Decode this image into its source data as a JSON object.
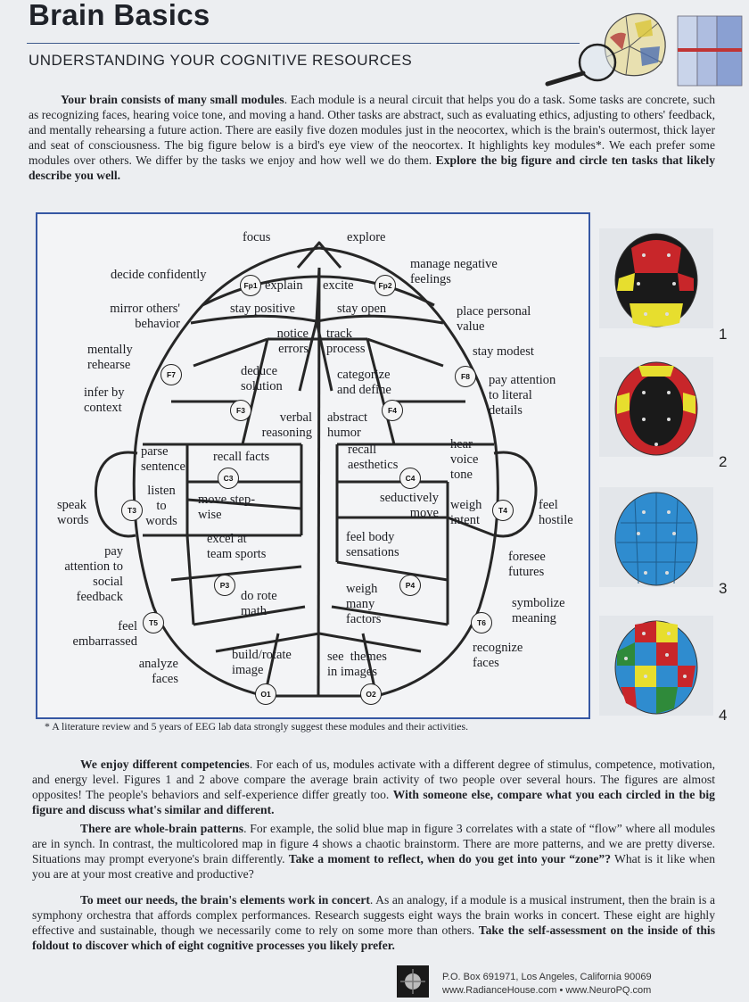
{
  "header": {
    "title": "Brain Basics",
    "subtitle": "UNDERSTANDING YOUR COGNITIVE RESOURCES",
    "icon": "magnifier-over-brain-icon"
  },
  "intro": {
    "lead": "Your brain consists of many small modules",
    "text": ". Each module is a neural circuit that helps you do a task. Some tasks are concrete, such as recognizing faces, hearing voice tone, and moving a hand. Other tasks are abstract, such as evaluating ethics, adjusting to others' feedback, and mentally rehearsing a future action. There are easily five dozen modules just in the neocortex, which is the brain's outermost, thick layer and seat of consciousness. The big figure below is a bird's eye view of the neocortex. It highlights key modules*. We each prefer some modules over others. We differ by the tasks we enjoy and how well we do them. ",
    "instruction": "Explore the big figure and circle ten tasks that likely describe you well."
  },
  "brain_map": {
    "labels": {
      "focus": "focus",
      "explore": "explore",
      "decide": "decide confidently",
      "manage": "manage negative\nfeelings",
      "explain": "explain",
      "excite": "excite",
      "mirror": "mirror others'\nbehavior",
      "stay_positive": "stay positive",
      "stay_open": "stay open",
      "place_value": "place personal\nvalue",
      "mentally": "mentally\nrehearse",
      "notice": "notice\nerrors",
      "track": "track\nprocess",
      "stay_modest": "stay modest",
      "infer": "infer by\ncontext",
      "deduce": "deduce\nsolution",
      "categorize": "categorize\nand define",
      "pay_literal": "pay attention\nto literal\ndetails",
      "verbal": "verbal\nreasoning",
      "abstract": "abstract\nhumor",
      "parse": "parse\nsentence",
      "recall_facts": "recall facts",
      "recall_aesthetics": "recall\naesthetics",
      "hear_voice": "hear\nvoice\ntone",
      "speak": "speak\nwords",
      "listen": "listen\nto\nwords",
      "move_step": "move step-\nwise",
      "seductively": "seductively\nmove",
      "weigh_intent": "weigh\nintent",
      "feel_hostile": "feel\nhostile",
      "pay_social": "pay\nattention to\nsocial\nfeedback",
      "excel": "excel at\nteam sports",
      "feel_body": "feel body\nsensations",
      "foresee": "foresee\nfutures",
      "do_rote": "do rote\nmath",
      "weigh_many": "weigh\nmany\nfactors",
      "symbolize": "symbolize\nmeaning",
      "feel_embarrassed": "feel\nembarrassed",
      "analyze_faces": "analyze\nfaces",
      "build_rotate": "build/rotate\nimage",
      "see_themes": "see  themes\nin images",
      "recognize_faces": "recognize\nfaces"
    },
    "electrodes": {
      "Fp1": "Fp1",
      "Fp2": "Fp2",
      "F7": "F7",
      "F8": "F8",
      "F3": "F3",
      "F4": "F4",
      "C3": "C3",
      "C4": "C4",
      "T3": "T3",
      "T4": "T4",
      "P3": "P3",
      "P4": "P4",
      "T5": "T5",
      "T6": "T6",
      "O1": "O1",
      "O2": "O2"
    },
    "footnote": "* A literature review and 5 years of EEG lab data strongly suggest these modules and their activities."
  },
  "figures": [
    {
      "number": "1",
      "colors": [
        "#c8262a",
        "#e7de2e",
        "#1a1a1a"
      ]
    },
    {
      "number": "2",
      "colors": [
        "#c8262a",
        "#e7de2e",
        "#1a1a1a"
      ]
    },
    {
      "number": "3",
      "colors": [
        "#2f8ccf"
      ]
    },
    {
      "number": "4",
      "colors": [
        "#c8262a",
        "#e7de2e",
        "#2f8ccf",
        "#2f8a3a"
      ]
    }
  ],
  "body": {
    "p1_lead": "We enjoy different competencies",
    "p1_text": ". For each of us, modules activate with a different degree of stimulus, competence, motivation, and energy level. Figures 1 and 2 above compare the average brain activity of two people over several hours. The figures are almost opposites! The people's behaviors and self-experience differ greatly too. ",
    "p1_bold": "With someone else, compare what you each circled in the big figure and discuss what's similar and different.",
    "p2_lead": "There are whole-brain patterns",
    "p2_text": ". For example, the solid blue map in figure 3 correlates with a state of “flow” where all modules are in synch. In contrast, the multicolored map in figure 4 shows a chaotic brainstorm. There are more patterns, and we are pretty diverse. Situations may prompt everyone's brain differently. ",
    "p2_bold": "Take a moment to reflect, when do you get into your “zone”?",
    "p2_tail": " What is it like when you are at your most creative and productive?",
    "p3_lead": "To meet our needs, the brain's elements work in concert",
    "p3_text": ". As an analogy, if a module is a musical instrument, then the brain is a symphony orchestra that affords complex performances. Research suggests eight ways the brain works in concert. These eight are highly effective and sustainable, though we necessarily come to rely on some more than others. ",
    "p3_bold": "Take the self-assessment on the inside of this foldout to discover which of eight cognitive processes you likely prefer."
  },
  "footer": {
    "address": "P.O.  Box 691971, Los Angeles, California 90069",
    "web": "www.RadianceHouse.com • www.NeuroPQ.com",
    "logo": "radiance-house-logo"
  }
}
